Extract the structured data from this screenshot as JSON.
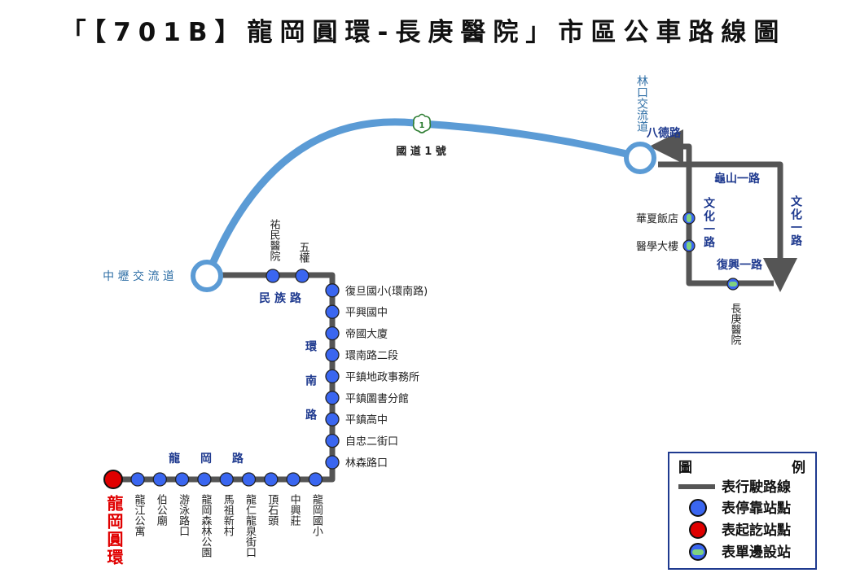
{
  "title": "「【701B】龍岡圓環-長庚醫院」市區公車路線圖",
  "colors": {
    "route": "#555555",
    "highway": "#5b9bd5",
    "stop": "#3a66f0",
    "terminal": "#e00000",
    "one_way": "#7fd27f",
    "road_label": "#1f3a8f",
    "interchange_label": "#2f6fa6"
  },
  "terminal": {
    "name": "龍岡圓環"
  },
  "stops_longgang": [
    "龍江公寓",
    "伯公廟",
    "游泳路口",
    "龍岡森林公園",
    "馬祖新村",
    "龍仁龍泉街口",
    "頂石頭",
    "中興莊",
    "龍岡國小"
  ],
  "stops_huannan": [
    "林森路口",
    "自忠二街口",
    "平鎮高中",
    "平鎮圖書分館",
    "平鎮地政事務所",
    "環南路二段",
    "帝國大廈",
    "平興國中",
    "復旦國小(環南路)"
  ],
  "stops_minzu": [
    "五權",
    "祐民醫院"
  ],
  "stops_oneway_wenhua": [
    "華夏飯店",
    "醫學大樓"
  ],
  "stop_changgeng": "長庚醫院",
  "roads": {
    "longgang": "龍 岡 路",
    "huannan": "環南路",
    "minzu": "民 族 路",
    "highway": "國 道 1 號",
    "highway_number": "1",
    "bade": "八德路",
    "guishan": "龜山一路",
    "wenhua_inner": "文化一路",
    "wenhua_outer": "文化一路",
    "fuxing": "復興一路"
  },
  "interchanges": {
    "zhongli": "中 壢 交 流 道",
    "linkou": "林口交流道"
  },
  "legend": {
    "title_left": "圖",
    "title_right": "例",
    "items": [
      "表行駛路線",
      "表停靠站點",
      "表起訖站點",
      "表單邊設站"
    ]
  }
}
